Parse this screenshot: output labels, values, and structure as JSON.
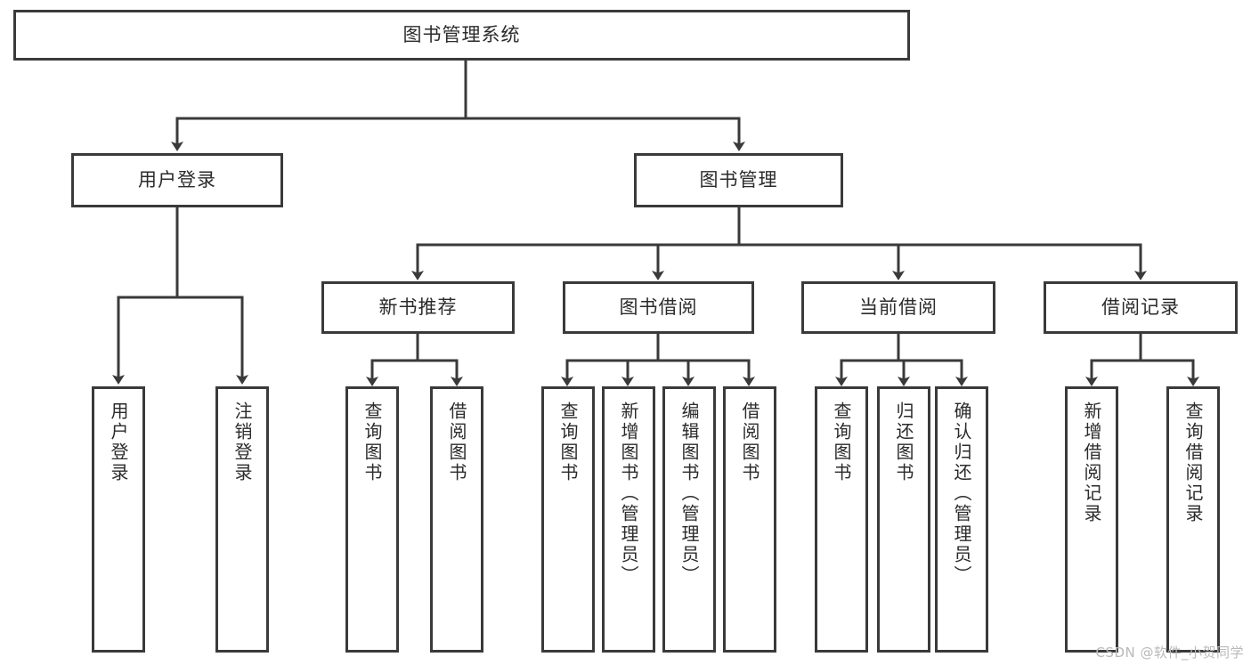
{
  "diagram": {
    "title": "图书管理系统",
    "watermark": "CSDN @软件_小贺同学",
    "line_color": "#3a3a3a",
    "box_fill": "#ffffff",
    "text_color": "#2b2b2b",
    "levels": {
      "root": {
        "label": "图书管理系统"
      },
      "level2": [
        {
          "label": "用户登录"
        },
        {
          "label": "图书管理"
        }
      ],
      "level3": [
        {
          "label": "新书推荐"
        },
        {
          "label": "图书借阅"
        },
        {
          "label": "当前借阅"
        },
        {
          "label": "借阅记录"
        }
      ],
      "leaves": {
        "user_login": [
          {
            "label": "用户登录"
          },
          {
            "label": "注销登录"
          }
        ],
        "new_book_recommend": [
          {
            "label": "查询图书"
          },
          {
            "label": "借阅图书"
          }
        ],
        "book_borrow": [
          {
            "label": "查询图书"
          },
          {
            "label": "新增图书（管理员）"
          },
          {
            "label": "编辑图书（管理员）"
          },
          {
            "label": "借阅图书"
          }
        ],
        "current_borrow": [
          {
            "label": "查询图书"
          },
          {
            "label": "归还图书"
          },
          {
            "label": "确认归还（管理员）"
          }
        ],
        "borrow_record": [
          {
            "label": "新增借阅记录"
          },
          {
            "label": "查询借阅记录"
          }
        ]
      }
    }
  }
}
